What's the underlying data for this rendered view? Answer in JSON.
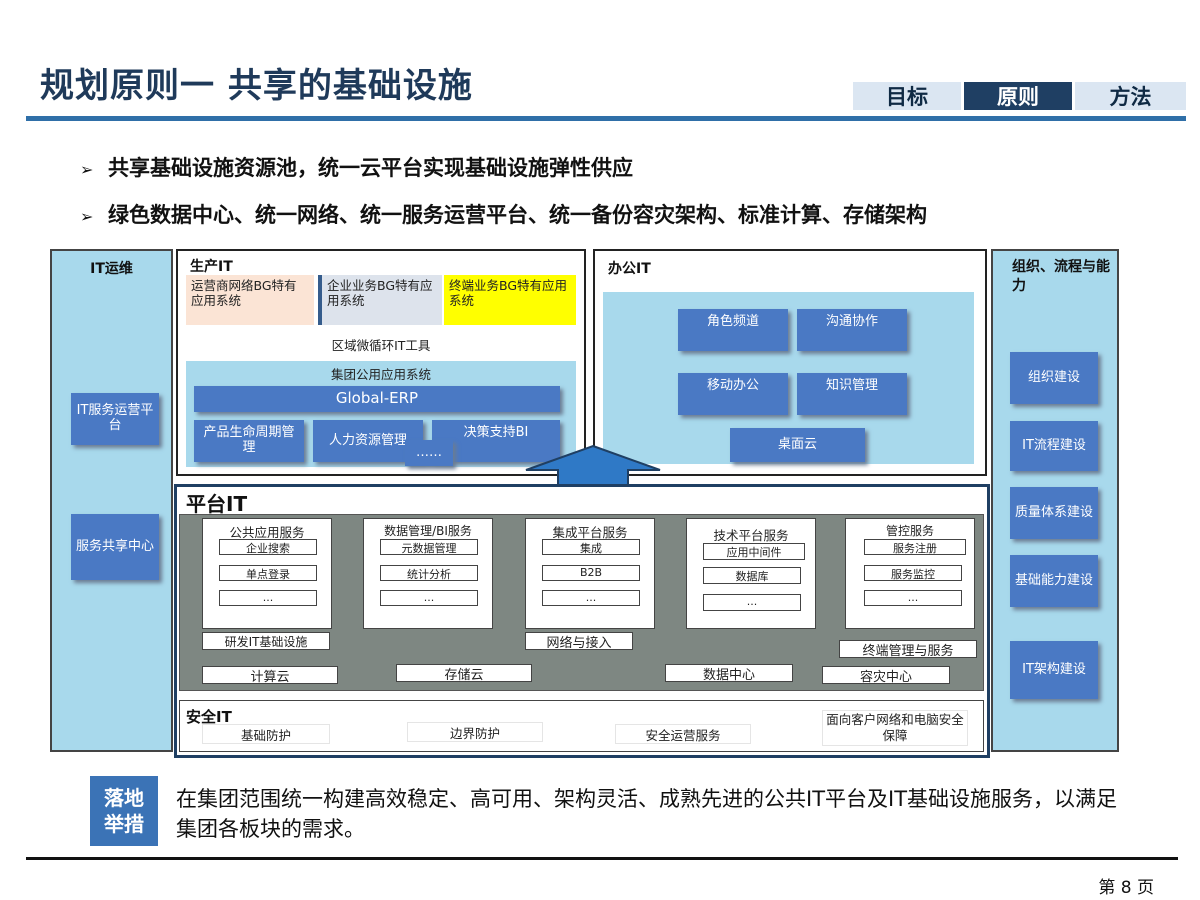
{
  "header": {
    "title": "规划原则一 共享的基础设施",
    "tabs": [
      {
        "label": "目标"
      },
      {
        "label": "原则"
      },
      {
        "label": "方法"
      }
    ]
  },
  "bullets": [
    "共享基础设施资源池，统一云平台实现基础设施弹性供应",
    "绿色数据中心、统一网络、统一服务运营平台、统一备份容灾架构、标准计算、存储架构"
  ],
  "left_col": {
    "title": "IT运维",
    "items": [
      "IT服务运营平台",
      "服务共享中心"
    ]
  },
  "prod_it": {
    "title": "生产IT",
    "bg_cells": [
      "运营商网络BG特有应用系统",
      "企业业务BG特有应用系统",
      "终端业务BG特有应用系统"
    ],
    "loop_tool": "区域微循环IT工具",
    "group_title": "集团公用应用系统",
    "erp": "Global-ERP",
    "apps": [
      "产品生命周期管理",
      "人力资源管理",
      "决策支持BI",
      "……"
    ]
  },
  "office_it": {
    "title": "办公IT",
    "items": [
      "角色频道",
      "沟通协作",
      "移动办公",
      "知识管理",
      "桌面云"
    ]
  },
  "right_col": {
    "title": "组织、流程与能力",
    "items": [
      "组织建设",
      "IT流程建设",
      "质量体系建设",
      "基础能力建设",
      "IT架构建设"
    ]
  },
  "platform_it": {
    "title": "平台IT",
    "services": [
      {
        "title": "公共应用服务",
        "items": [
          "企业搜索",
          "单点登录",
          "..."
        ]
      },
      {
        "title": "数据管理/BI服务",
        "items": [
          "元数据管理",
          "统计分析",
          "..."
        ]
      },
      {
        "title": "集成平台服务",
        "items": [
          "集成",
          "B2B",
          "..."
        ]
      },
      {
        "title": "技术平台服务",
        "items": [
          "应用中间件",
          "数据库",
          "..."
        ]
      },
      {
        "title": "管控服务",
        "items": [
          "服务注册",
          "服务监控",
          "..."
        ]
      }
    ],
    "mid_bars": [
      "研发IT基础设施",
      "网络与接入",
      "终端管理与服务"
    ],
    "bottom_bars": [
      "计算云",
      "存储云",
      "数据中心",
      "容灾中心"
    ]
  },
  "security_it": {
    "title": "安全IT",
    "items": [
      "基础防护",
      "边界防护",
      "安全运营服务",
      "面向客户网络和电脑安全保障"
    ]
  },
  "footer": {
    "badge_top": "落地",
    "badge_bottom": "举措",
    "text": "在集团范围统一构建高效稳定、高可用、架构灵活、成熟先进的公共IT平台及IT基础设施服务，以满足集团各板块的需求。",
    "page": "第 8 页"
  },
  "colors": {
    "brand_dark": "#1f3f63",
    "accent_blue": "#4a79c4",
    "light_panel": "#a8d9ec",
    "highlight_yellow": "#ffff00",
    "platform_gray": "#7e8782"
  }
}
